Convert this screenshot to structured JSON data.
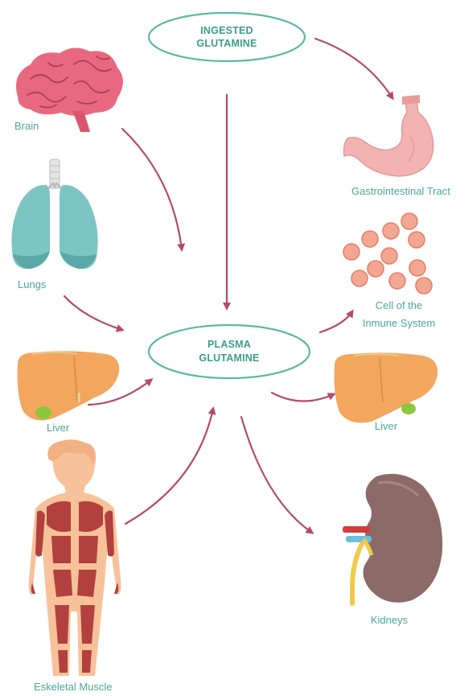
{
  "nodes": {
    "ingested": {
      "line1": "INGESTED",
      "line2": "GLUTAMINE"
    },
    "plasma": {
      "line1": "PLASMA",
      "line2": "GLUTAMINE"
    }
  },
  "labels": {
    "brain": "Brain",
    "lungs": "Lungs",
    "liver_left": "Liver",
    "skeletal_muscle": "Eskeletal Muscle",
    "gastrointestinal": "Gastrointestinal Tract",
    "immune_line1": "Cell of the",
    "immune_line2": "Inmune System",
    "liver_right": "Liver",
    "kidneys": "Kidneys"
  },
  "colors": {
    "node_outline": "#5cb8a3",
    "text": "#4aa896",
    "arrow": "#b5496e",
    "brain": "#e8697f",
    "lungs": "#7cc5c4",
    "liver": "#f2a65e",
    "stomach": "#f3b3b3",
    "immune_cell": "#f3a792",
    "kidney": "#8c6a68",
    "muscle_skin": "#f7c29a",
    "muscle": "#b2403f"
  },
  "icons": [
    "brain-icon",
    "lungs-icon",
    "liver-icon",
    "muscle-body-icon",
    "stomach-icon",
    "immune-cells-icon",
    "kidney-icon"
  ]
}
